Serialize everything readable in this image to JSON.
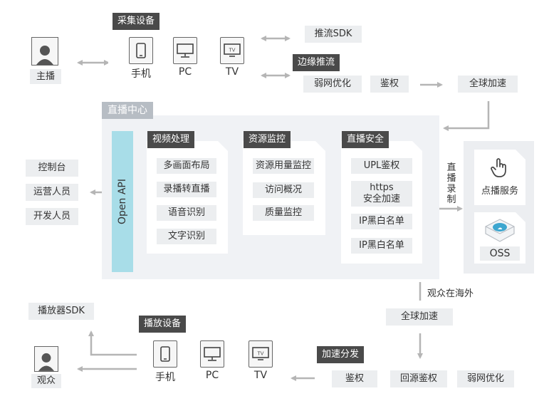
{
  "capture": {
    "title": "采集设备",
    "devices": [
      "手机",
      "PC",
      "TV"
    ]
  },
  "anchor": {
    "label": "主播"
  },
  "push_sdk": "推流SDK",
  "edge_push": {
    "title": "边缘推流",
    "items": [
      "弱网优化",
      "鉴权"
    ]
  },
  "global_accel_top": "全球加速",
  "center": {
    "title": "直播中心",
    "api": "Open API"
  },
  "console": {
    "items": [
      "控制台",
      "运营人员",
      "开发人员"
    ]
  },
  "video": {
    "title": "视频处理",
    "items": [
      "多画面布局",
      "录播转直播",
      "语音识别",
      "文字识别"
    ]
  },
  "monitor": {
    "title": "资源监控",
    "items": [
      "资源用量监控",
      "访问概况",
      "质量监控"
    ]
  },
  "security": {
    "title": "直播安全",
    "items": [
      "UPL鉴权",
      "https\n安全加速",
      "IP黑白名单",
      "IP黑白名单"
    ]
  },
  "record_label": "直播录制",
  "storage": {
    "vod": "点播服务",
    "oss": "OSS"
  },
  "overseas_label": "观众在海外",
  "global_accel_bottom": "全球加速",
  "accel_dist": {
    "title": "加速分发",
    "items": [
      "鉴权",
      "回源鉴权",
      "弱网优化"
    ]
  },
  "player": {
    "title": "播放设备",
    "devices": [
      "手机",
      "PC",
      "TV"
    ]
  },
  "player_sdk": "播放器SDK",
  "viewer": {
    "label": "观众"
  },
  "colors": {
    "tag": "#4a4a4a",
    "region": "#f0f2f5",
    "api": "#a8dde8",
    "arrow": "#b5b5b5",
    "box": "#eceef0"
  }
}
